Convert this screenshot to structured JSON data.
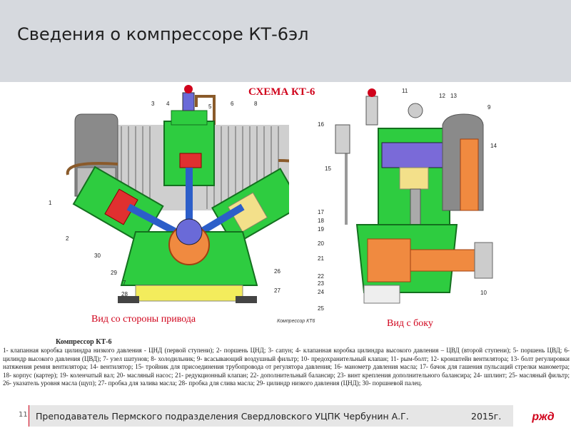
{
  "slide": {
    "title": "Сведения о компрессоре КТ-6эл",
    "page_number": "11"
  },
  "diagram": {
    "title": "СХЕМА КТ-6",
    "left_view_label": "Вид со стороны привода",
    "right_view_label": "Вид с боку",
    "small_label": "Компрессор КТ6",
    "left_callouts": [
      "3",
      "4",
      "5",
      "6",
      "8",
      "1",
      "2",
      "30",
      "29",
      "7",
      "28",
      "26",
      "27"
    ],
    "right_callouts": [
      "11",
      "12",
      "13",
      "9",
      "16",
      "14",
      "15",
      "17",
      "18",
      "19",
      "20",
      "21",
      "22",
      "23",
      "24",
      "25",
      "10"
    ]
  },
  "legend": {
    "title": "Компрессор КТ-6",
    "text": "1- клапанная коробка цилиндра низкого давления - ЦНД (первой ступени); 2- поршень ЦНД; 3- сапун; 4- клапанная коробка цилиндра высокого давления – ЦВД (второй ступени); 5- поршень ЦВД; 6- цилиндр высокого давления (ЦВД); 7- узел шатунов; 8- холодильник; 9- всасывающий воздушный фильтр; 10- предохранительный клапан; 11- рым-болт; 12- кронштейн вентилятора; 13- болт регулировки натяжения ремня вентилятора; 14- вентилятор; 15- тройник для присоединения трубопровода от регулятора давления; 16- манометр давления масла; 17- бачок для гашения пульсаций стрелки манометра; 18- корпус (картер); 19- коленчатый вал; 20- масляный насос; 21- редукционный клапан; 22- дополнительный балансир; 23- винт крепления дополнительного балансира; 24- шплинт; 25- масляный фильтр; 26- указатель уровня масла (щуп); 27- пробка для залива масла; 28- пробка для слива масла; 29- цилиндр низкого давления (ЦНД); 30- поршневой палец."
  },
  "footer": {
    "text": "Преподаватель Пермского подразделения Свердловского УЦПК Чербунин А.Г.",
    "year": "2015г.",
    "logo_text": "ржд"
  }
}
